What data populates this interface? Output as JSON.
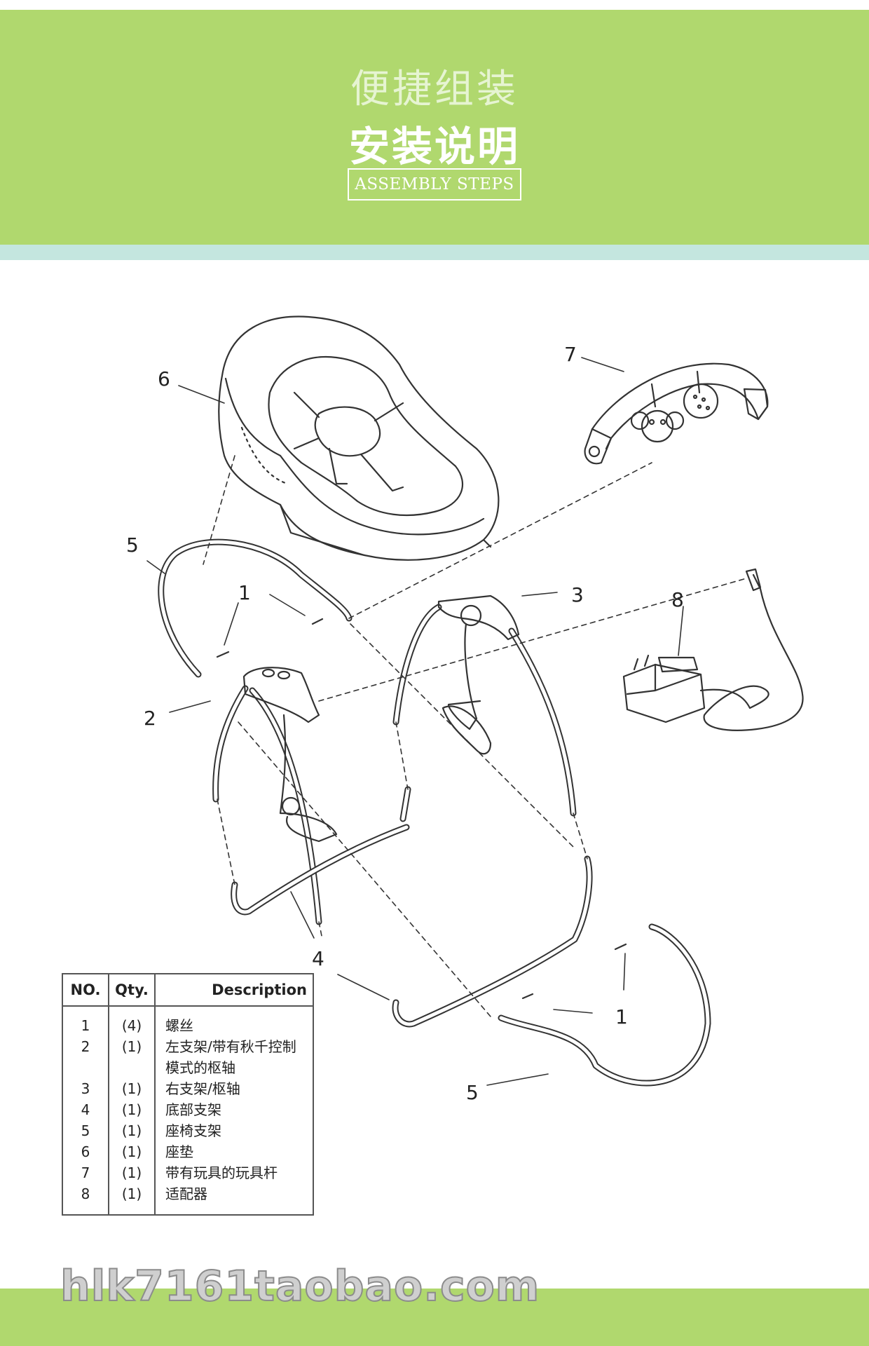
{
  "header": {
    "subtitle": "便捷组装",
    "title": "安装说明",
    "badge": "ASSEMBLY STEPS"
  },
  "callouts": {
    "c1a": "1",
    "c1b": "1",
    "c2": "2",
    "c3": "3",
    "c4": "4",
    "c5a": "5",
    "c5b": "5",
    "c6": "6",
    "c7": "7",
    "c8": "8"
  },
  "table": {
    "headers": [
      "NO.",
      "Qty.",
      "Description"
    ],
    "rows": [
      {
        "no": "1",
        "qty": "(4)",
        "desc": "螺丝"
      },
      {
        "no": "2",
        "qty": "(1)",
        "desc": "左支架/带有秋千控制模式的枢轴"
      },
      {
        "no": "3",
        "qty": "(1)",
        "desc": "右支架/枢轴"
      },
      {
        "no": "4",
        "qty": "(1)",
        "desc": "底部支架"
      },
      {
        "no": "5",
        "qty": "(1)",
        "desc": "座椅支架"
      },
      {
        "no": "6",
        "qty": "(1)",
        "desc": "座垫"
      },
      {
        "no": "7",
        "qty": "(1)",
        "desc": "带有玩具的玩具杆"
      },
      {
        "no": "8",
        "qty": "(1)",
        "desc": "适配器"
      }
    ]
  },
  "watermark": "hlk7161taobao.com",
  "colors": {
    "header_green": "#b0d86e",
    "stripe": "#c4e6df",
    "line": "#333333"
  }
}
